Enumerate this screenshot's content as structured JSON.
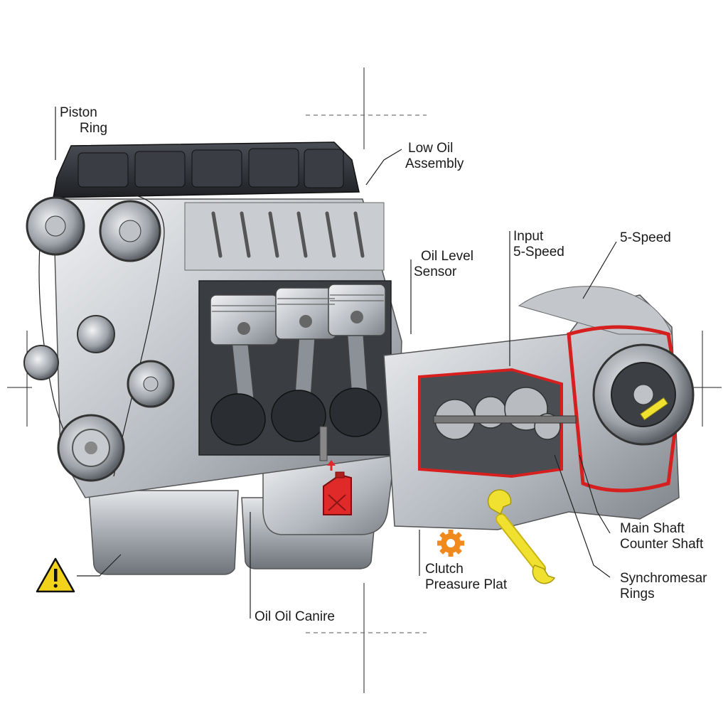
{
  "labels": {
    "piston_ring": [
      "Piston",
      "Ring"
    ],
    "low_oil_assembly": [
      "Low Oil",
      "Assembly"
    ],
    "oil_level_sensor": [
      "Oil Level",
      "Sensor"
    ],
    "input_5_speed": [
      "Input",
      "5-Speed"
    ],
    "five_speed": [
      "5-Speed"
    ],
    "main_counter_shaft": [
      "Main Shaft",
      "Counter Shaft"
    ],
    "synchromesar_rings": [
      "Synchromesar",
      "Rings"
    ],
    "clutch_pressure_plate": [
      "Clutch",
      "Preasure Plat"
    ],
    "oil_canire": [
      "Oil Oil Canire"
    ]
  },
  "icons": {
    "warning": "warning-triangle-icon",
    "oil_can": "jerry-can-icon",
    "gear": "gear-icon",
    "wrench": "wrench-icon"
  },
  "colors": {
    "engine_body": "#9aa0a6",
    "engine_dark": "#2b2e33",
    "cutaway_red": "#d62020",
    "warning_yellow": "#f2d21b",
    "gear_orange": "#f08a1c",
    "wrench_yellow": "#f0e030",
    "can_red": "#e02a2a"
  }
}
